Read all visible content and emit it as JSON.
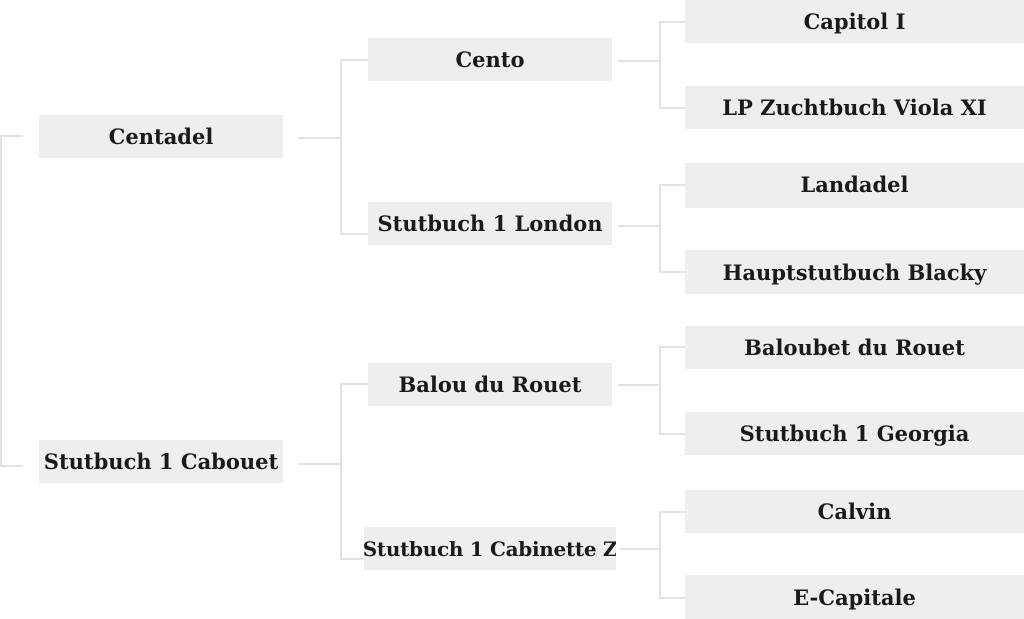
{
  "pedigree": {
    "gen1": {
      "sire": "Centadel",
      "dam": "Stutbuch 1 Cabouet"
    },
    "gen2": {
      "sire_sire": "Cento",
      "sire_dam": "Stutbuch 1 London",
      "dam_sire": "Balou du Rouet",
      "dam_dam": "Stutbuch 1 Cabinette Z"
    },
    "gen3": {
      "sss": "Capitol I",
      "ssd": "LP Zuchtbuch Viola XI",
      "sds": "Landadel",
      "sdd": "Hauptstutbuch Blacky",
      "dss": "Baloubet du Rouet",
      "dsd": "Stutbuch 1 Georgia",
      "dds": "Calvin",
      "ddd": "E-Capitale"
    }
  }
}
